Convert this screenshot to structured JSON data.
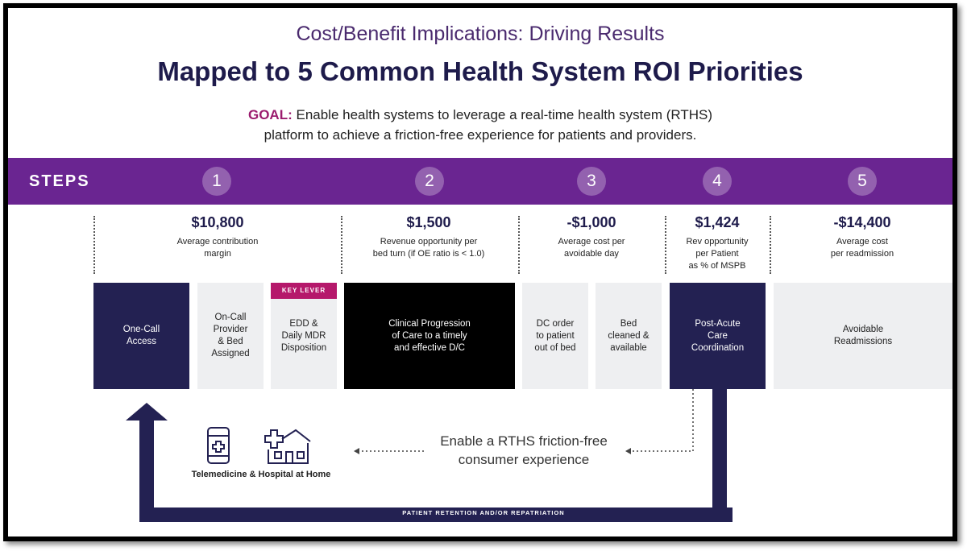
{
  "header": {
    "subtitle": "Cost/Benefit Implications:  Driving Results",
    "title": "Mapped to 5 Common Health System ROI Priorities",
    "goal_label": "GOAL:",
    "goal_line1": "Enable health systems to leverage a real-time health system (RTHS)",
    "goal_line2": "platform to achieve a friction-free experience for patients and providers."
  },
  "steps_band": {
    "label": "STEPS",
    "numbers": [
      "1",
      "2",
      "3",
      "4",
      "5"
    ]
  },
  "metrics": [
    {
      "value": "$10,800",
      "desc_lines": [
        "Average contribution",
        "margin"
      ]
    },
    {
      "value": "$1,500",
      "desc_lines": [
        "Revenue opportunity per",
        "bed turn (if OE ratio is < 1.0)"
      ]
    },
    {
      "value": "-$1,000",
      "desc_lines": [
        "Average cost per",
        "avoidable day"
      ]
    },
    {
      "value": "$1,424",
      "desc_lines": [
        "Rev opportunity",
        "per Patient",
        "as % of MSPB"
      ]
    },
    {
      "value": "-$14,400",
      "desc_lines": [
        "Average cost",
        "per readmission"
      ]
    }
  ],
  "key_lever": "KEY LEVER",
  "process_boxes": [
    {
      "lines": [
        "One-Call",
        "Access"
      ],
      "style": "navy"
    },
    {
      "lines": [
        "On-Call",
        "Provider",
        "& Bed",
        "Assigned"
      ],
      "style": "light"
    },
    {
      "lines": [
        "EDD &",
        "Daily MDR",
        "Disposition"
      ],
      "style": "light"
    },
    {
      "lines": [
        "Clinical Progression",
        "of Care to a timely",
        "and effective D/C"
      ],
      "style": "black"
    },
    {
      "lines": [
        "DC order",
        "to patient",
        "out of bed"
      ],
      "style": "light"
    },
    {
      "lines": [
        "Bed",
        "cleaned &",
        "available"
      ],
      "style": "light"
    },
    {
      "lines": [
        "Post-Acute",
        "Care",
        "Coordination"
      ],
      "style": "navy"
    },
    {
      "lines": [
        "Avoidable",
        "Readmissions"
      ],
      "style": "light"
    }
  ],
  "bottom": {
    "enable_line1": "Enable a RTHS friction-free",
    "enable_line2": "consumer experience",
    "telemedicine_label": "Telemedicine & Hospital at Home",
    "retention_label": "PATIENT RETENTION AND/OR REPATRIATION",
    "icons": [
      "phone-medical-icon",
      "hospital-home-icon"
    ]
  },
  "colors": {
    "purple_band": "#6a2591",
    "navy": "#232152",
    "magenta": "#b5186b",
    "title_navy": "#1e1b4b"
  }
}
